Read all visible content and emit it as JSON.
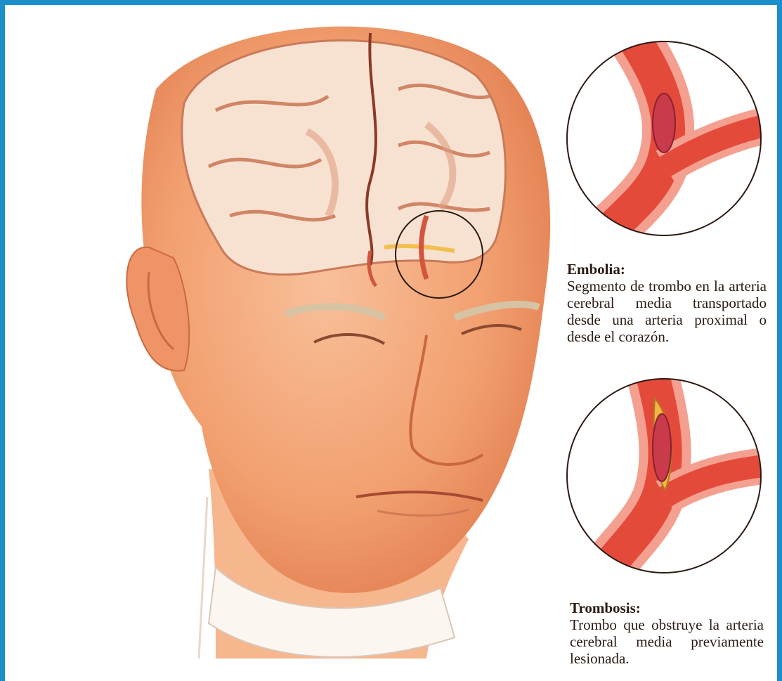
{
  "captions": {
    "embolia": {
      "title": "Embolia:",
      "body": "Segmento de trombo en la arteria cerebral media transportado desde una arteria proximal o desde el corazón."
    },
    "trombosis": {
      "title": "Trombosis:",
      "body": "Trombo que obstruye la arteria cerebral media previamente lesionada."
    }
  },
  "colors": {
    "frame": "#1a8fcc",
    "skin": "#f4a878",
    "brain": "#f7e2d2",
    "artery": "#e0463a",
    "clot": "#c93a4a",
    "plaque": "#f2b640"
  }
}
